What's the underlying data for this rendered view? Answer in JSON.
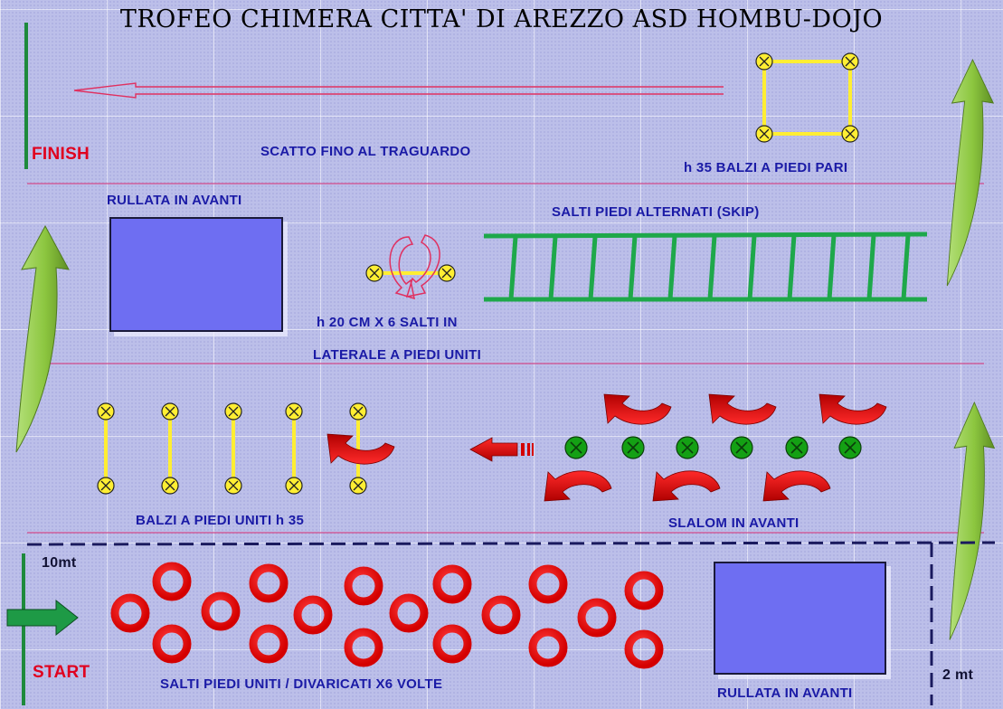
{
  "title": "TROFEO CHIMERA CITTA' DI AREZZO ASD HOMBU-DOJO",
  "labels": {
    "finish": "FINISH",
    "start": "START",
    "sprint": "SCATTO FINO AL TRAGUARDO",
    "hop_square": "h 35 BALZI A PIEDI PARI",
    "roll_top": "RULLATA IN AVANTI",
    "skip": "SALTI PIEDI ALTERNATI (SKIP)",
    "lateral_1": "h 20 CM X 6 SALTI IN",
    "lateral_2": "LATERALE A PIEDI UNITI",
    "hurdles": "BALZI A PIEDI UNITI  h 35",
    "slalom": "SLALOM IN AVANTI",
    "distance_10": "10mt",
    "rings": "SALTI PIEDI UNITI / DIVARICATI X6 VOLTE",
    "roll_bottom": "RULLATA IN AVANTI",
    "distance_2": "2 mt"
  },
  "colors": {
    "background": "#bcbfe9",
    "label_blue": "#1a1aa6",
    "start_finish_red": "#e0001e",
    "ladder_green": "#1ea84a",
    "ring_red": "#ee0000",
    "mat_blue": "#6e6ef2",
    "cone_yellow": "#ffee33",
    "cone_green": "#14a014",
    "arrow_green": "#8cc63f"
  },
  "icons": [
    "curved-green-arrow-icon",
    "red-curved-arrow-icon",
    "red-left-arrow-icon",
    "green-start-arrow-icon",
    "yellow-cone-icon",
    "green-cone-icon"
  ]
}
